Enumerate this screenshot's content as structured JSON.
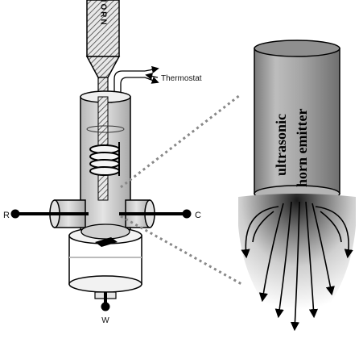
{
  "diagram": {
    "labels": {
      "horn": "HORN",
      "thermostat": "Thermostat",
      "electrode_r": "R",
      "electrode_c": "C",
      "electrode_w": "W",
      "emitter": [
        "ultrasonic",
        "horn emitter"
      ]
    },
    "colors": {
      "cell_glass": "#d8d8d8",
      "horn_hatch": "#555555",
      "emitter_body": "#9a9a9a",
      "outline": "#000000",
      "connector_dots": "#888888"
    }
  }
}
